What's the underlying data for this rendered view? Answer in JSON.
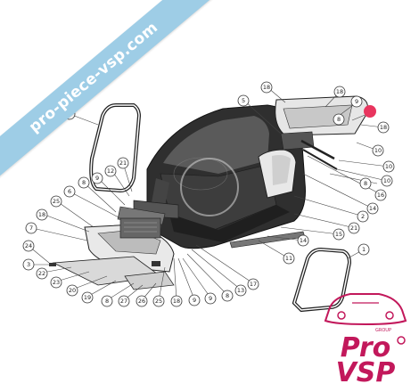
{
  "watermark": {
    "text": "pro-piece-vsp.com",
    "color": "#9ecde6"
  },
  "diagram": {
    "callouts": [
      {
        "label": "1"
      },
      {
        "label": "21"
      },
      {
        "label": "12"
      },
      {
        "label": "9"
      },
      {
        "label": "8"
      },
      {
        "label": "6"
      },
      {
        "label": "25"
      },
      {
        "label": "18"
      },
      {
        "label": "7"
      },
      {
        "label": "24"
      },
      {
        "label": "3"
      },
      {
        "label": "22"
      },
      {
        "label": "23"
      },
      {
        "label": "20"
      },
      {
        "label": "19"
      },
      {
        "label": "8"
      },
      {
        "label": "27"
      },
      {
        "label": "26"
      },
      {
        "label": "25"
      },
      {
        "label": "18"
      },
      {
        "label": "9"
      },
      {
        "label": "9"
      },
      {
        "label": "8"
      },
      {
        "label": "13"
      },
      {
        "label": "17"
      },
      {
        "label": "18"
      },
      {
        "label": "5"
      },
      {
        "label": "18"
      },
      {
        "label": "9"
      },
      {
        "label": "8"
      },
      {
        "label": "18"
      },
      {
        "label": "10"
      },
      {
        "label": "10"
      },
      {
        "label": "10"
      },
      {
        "label": "8"
      },
      {
        "label": "16"
      },
      {
        "label": "14"
      },
      {
        "label": "2"
      },
      {
        "label": "21"
      },
      {
        "label": "15"
      },
      {
        "label": "14"
      },
      {
        "label": "11"
      },
      {
        "label": "1"
      }
    ],
    "highlight_color": "#e8355e"
  },
  "logo": {
    "group": "GROUP",
    "line1": "Pro",
    "line2": "VSP",
    "color": "#c2185b"
  }
}
